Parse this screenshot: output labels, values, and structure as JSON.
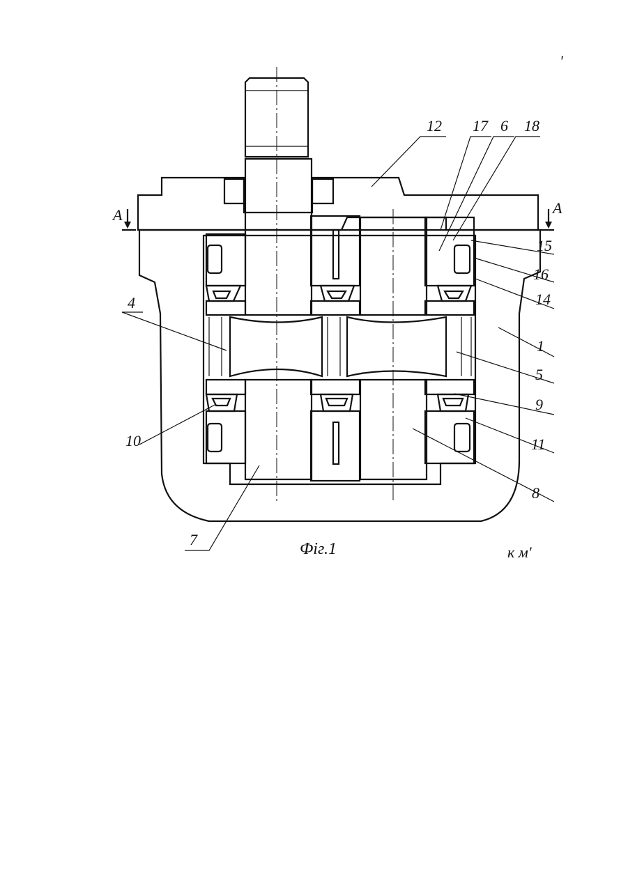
{
  "figure": {
    "caption": "Фіг.1",
    "section_mark": "A",
    "corner_mark": "'",
    "bottom_scribble": "к м'",
    "part_labels": [
      {
        "id": "p12",
        "text": "12"
      },
      {
        "id": "p17",
        "text": "17"
      },
      {
        "id": "p6",
        "text": "6"
      },
      {
        "id": "p18",
        "text": "18"
      },
      {
        "id": "p15",
        "text": "15"
      },
      {
        "id": "p16",
        "text": "16"
      },
      {
        "id": "p14",
        "text": "14"
      },
      {
        "id": "p4",
        "text": "4"
      },
      {
        "id": "p1",
        "text": "1"
      },
      {
        "id": "p5",
        "text": "5"
      },
      {
        "id": "p9",
        "text": "9"
      },
      {
        "id": "p10",
        "text": "10"
      },
      {
        "id": "p11",
        "text": "11"
      },
      {
        "id": "p8",
        "text": "8"
      },
      {
        "id": "p7",
        "text": "7"
      }
    ]
  }
}
